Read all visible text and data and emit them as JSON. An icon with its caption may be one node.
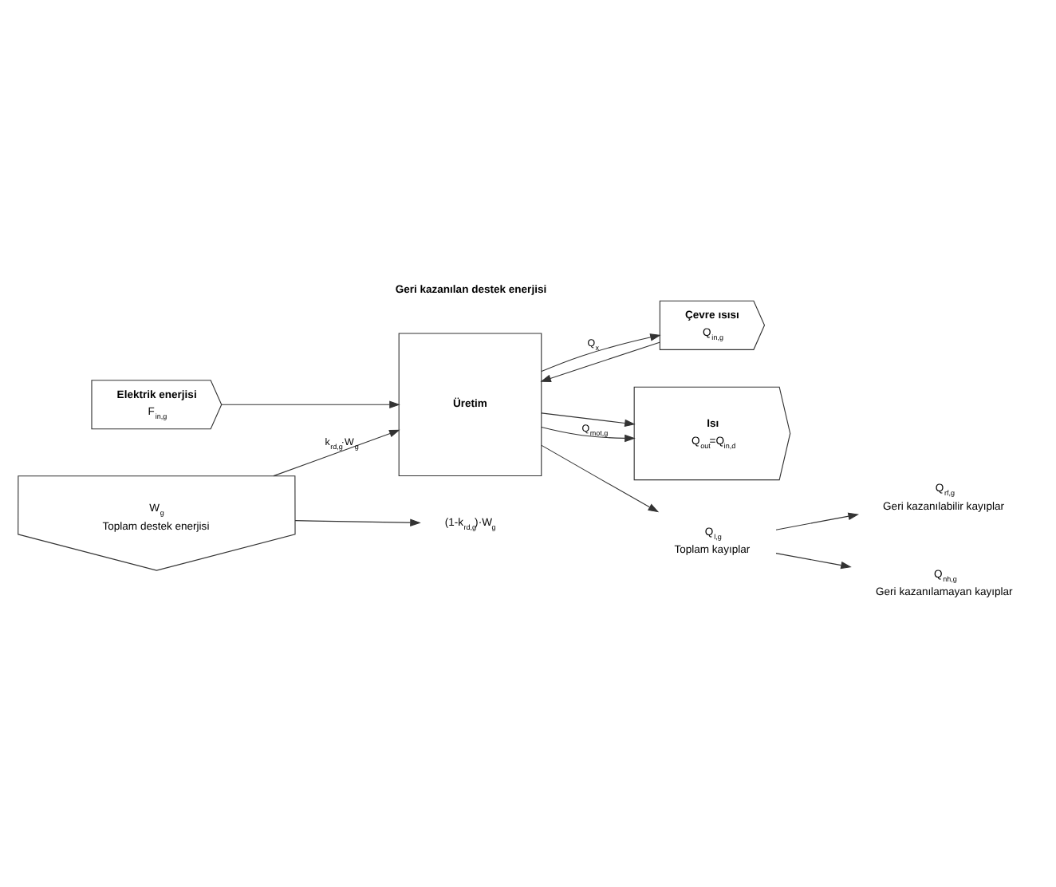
{
  "diagram": {
    "nodes": [
      {
        "text": [
          "Üretim"
        ]
      },
      {
        "text": [
          "Elektrik enerjisi",
          "F$_{in,g}$"
        ]
      },
      {
        "text": [
          "Çevre ısısı",
          "Q$_{in,g}$"
        ]
      },
      {
        "text": [
          "Isı",
          "Q$_{out}$=Q$_{in,d}$"
        ]
      },
      {
        "text": [
          "W$_{g}$",
          "Toplam destek enerjisi"
        ]
      },
      {
        "text": [
          "(1-k$_{rd,g}$)·W$_{g}$"
        ]
      },
      {
        "text": [
          "Q$_{l,g}$",
          "Toplam kayıplar"
        ]
      },
      {
        "text": [
          "Q$_{rf,g}$",
          "Geri kazanılabilir kayıplar"
        ]
      },
      {
        "text": [
          "Q$_{nh,g}$",
          "Geri kazanılamayan kayıplar"
        ]
      }
    ],
    "edges": [
      {
        "from": 1,
        "to": 0,
        "arrow": "to"
      },
      {
        "from": 2,
        "to": 0,
        "arrow": "to"
      },
      {
        "from": 0,
        "to": 3,
        "arrow": "to"
      },
      {
        "from": 4,
        "to": 0,
        "arrow": "to",
        "label": "k$_{rd,g}$·W$_{g}$"
      },
      {
        "from": 4,
        "to": 5,
        "arrow": "to"
      },
      {
        "from": 0,
        "to": 3,
        "arrow": "to",
        "label": "Q$_{mot,g}$"
      },
      {
        "from": 0,
        "to": 2,
        "arrow": "to",
        "label": "Q$_{x}$"
      },
      {
        "from": 0,
        "to": 6,
        "arrow": "to"
      },
      {
        "from": 6,
        "to": 7,
        "arrow": "to"
      },
      {
        "from": 6,
        "to": 8,
        "arrow": "to"
      }
    ],
    "labels": [
      "Geri kazanılan destek enerjisi"
    ]
  }
}
